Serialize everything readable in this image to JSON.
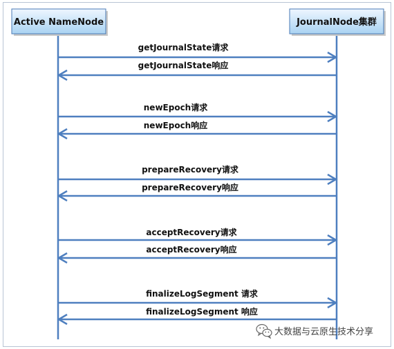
{
  "diagram": {
    "actors": [
      {
        "id": "nn",
        "label": "Active NameNode"
      },
      {
        "id": "jn",
        "label": "JournalNode集群"
      }
    ],
    "messages": [
      {
        "label": "getJournalState请求",
        "from": "nn",
        "to": "jn"
      },
      {
        "label": "getJournalState响应",
        "from": "jn",
        "to": "nn"
      },
      {
        "label": "newEpoch请求",
        "from": "nn",
        "to": "jn"
      },
      {
        "label": "newEpoch响应",
        "from": "jn",
        "to": "nn"
      },
      {
        "label": "prepareRecovery请求",
        "from": "nn",
        "to": "jn"
      },
      {
        "label": "prepareRecovery响应",
        "from": "jn",
        "to": "nn"
      },
      {
        "label": "acceptRecovery请求",
        "from": "nn",
        "to": "jn"
      },
      {
        "label": "acceptRecovery响应",
        "from": "jn",
        "to": "nn"
      },
      {
        "label": "finalizeLogSegment 请求",
        "from": "nn",
        "to": "jn"
      },
      {
        "label": "finalizeLogSegment 响应",
        "from": "jn",
        "to": "nn"
      }
    ],
    "line_color": "#4e7fbf",
    "box_color_top": "#eef6ff",
    "box_color_bottom": "#a9d3f2"
  },
  "watermark": {
    "text": "大数据与云原生技术分享",
    "icon": "wechat-icon"
  }
}
